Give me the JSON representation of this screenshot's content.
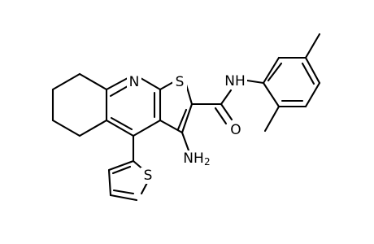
{
  "molecule": {
    "atom_labels": {
      "quinoline_n": "N",
      "thiophene_s_fused": "S",
      "amide_nh": "NH",
      "amide_o": "O",
      "amino_n": "NH",
      "amino_n_subscript": "2",
      "thienyl_s": "S"
    }
  }
}
